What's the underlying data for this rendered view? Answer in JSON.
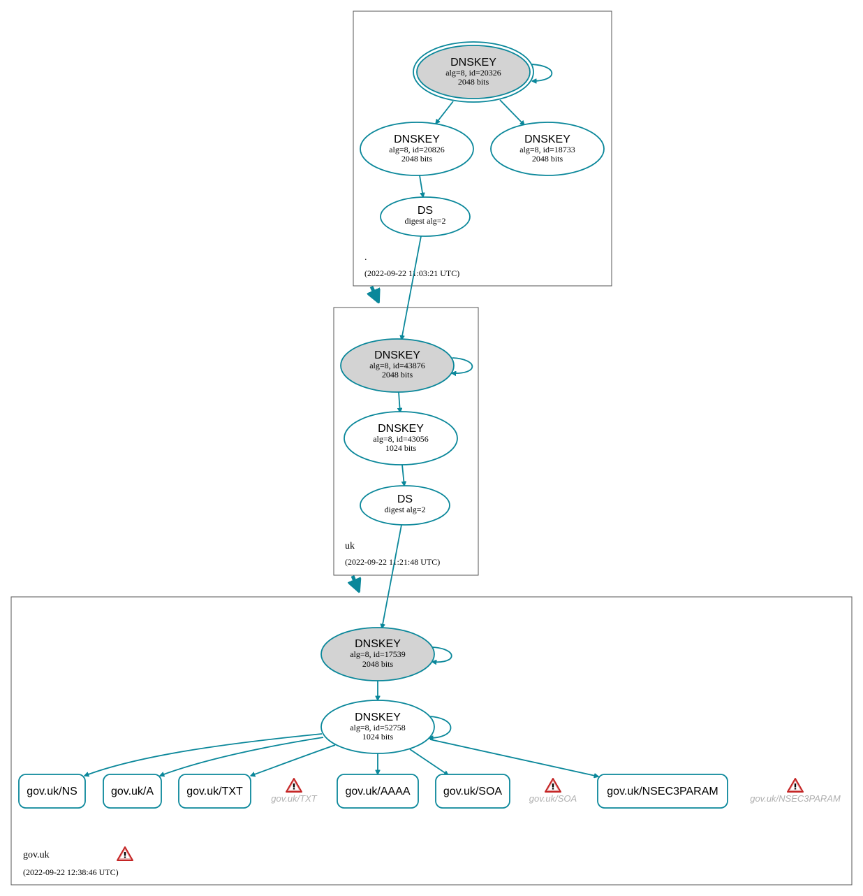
{
  "colors": {
    "accent": "#0a879a",
    "ksk_fill": "#d3d3d3",
    "warning": "#d02a2a",
    "ghost_text": "#b0b0b0"
  },
  "zones": {
    "root": {
      "name": ".",
      "timestamp": "(2022-09-22 11:03:21 UTC)"
    },
    "uk": {
      "name": "uk",
      "timestamp": "(2022-09-22 11:21:48 UTC)"
    },
    "govuk": {
      "name": "gov.uk",
      "timestamp": "(2022-09-22 12:38:46 UTC)"
    }
  },
  "nodes": {
    "root_ksk": {
      "title": "DNSKEY",
      "line1": "alg=8, id=20326",
      "line2": "2048 bits"
    },
    "root_zsk1": {
      "title": "DNSKEY",
      "line1": "alg=8, id=20826",
      "line2": "2048 bits"
    },
    "root_zsk2": {
      "title": "DNSKEY",
      "line1": "alg=8, id=18733",
      "line2": "2048 bits"
    },
    "uk_ds": {
      "title": "DS",
      "line1": "digest alg=2"
    },
    "uk_ksk": {
      "title": "DNSKEY",
      "line1": "alg=8, id=43876",
      "line2": "2048 bits"
    },
    "uk_zsk": {
      "title": "DNSKEY",
      "line1": "alg=8, id=43056",
      "line2": "1024 bits"
    },
    "govuk_ds": {
      "title": "DS",
      "line1": "digest alg=2"
    },
    "govuk_ksk": {
      "title": "DNSKEY",
      "line1": "alg=8, id=17539",
      "line2": "2048 bits"
    },
    "govuk_zsk": {
      "title": "DNSKEY",
      "line1": "alg=8, id=52758",
      "line2": "1024 bits"
    }
  },
  "rrsets": {
    "ns": "gov.uk/NS",
    "a": "gov.uk/A",
    "txt": "gov.uk/TXT",
    "aaaa": "gov.uk/AAAA",
    "soa": "gov.uk/SOA",
    "nsec3param": "gov.uk/NSEC3PARAM"
  },
  "ghost_rrsets": {
    "txt": "gov.uk/TXT",
    "soa": "gov.uk/SOA",
    "nsec3param": "gov.uk/NSEC3PARAM"
  },
  "icons": {
    "warning": "warning-triangle-icon"
  }
}
